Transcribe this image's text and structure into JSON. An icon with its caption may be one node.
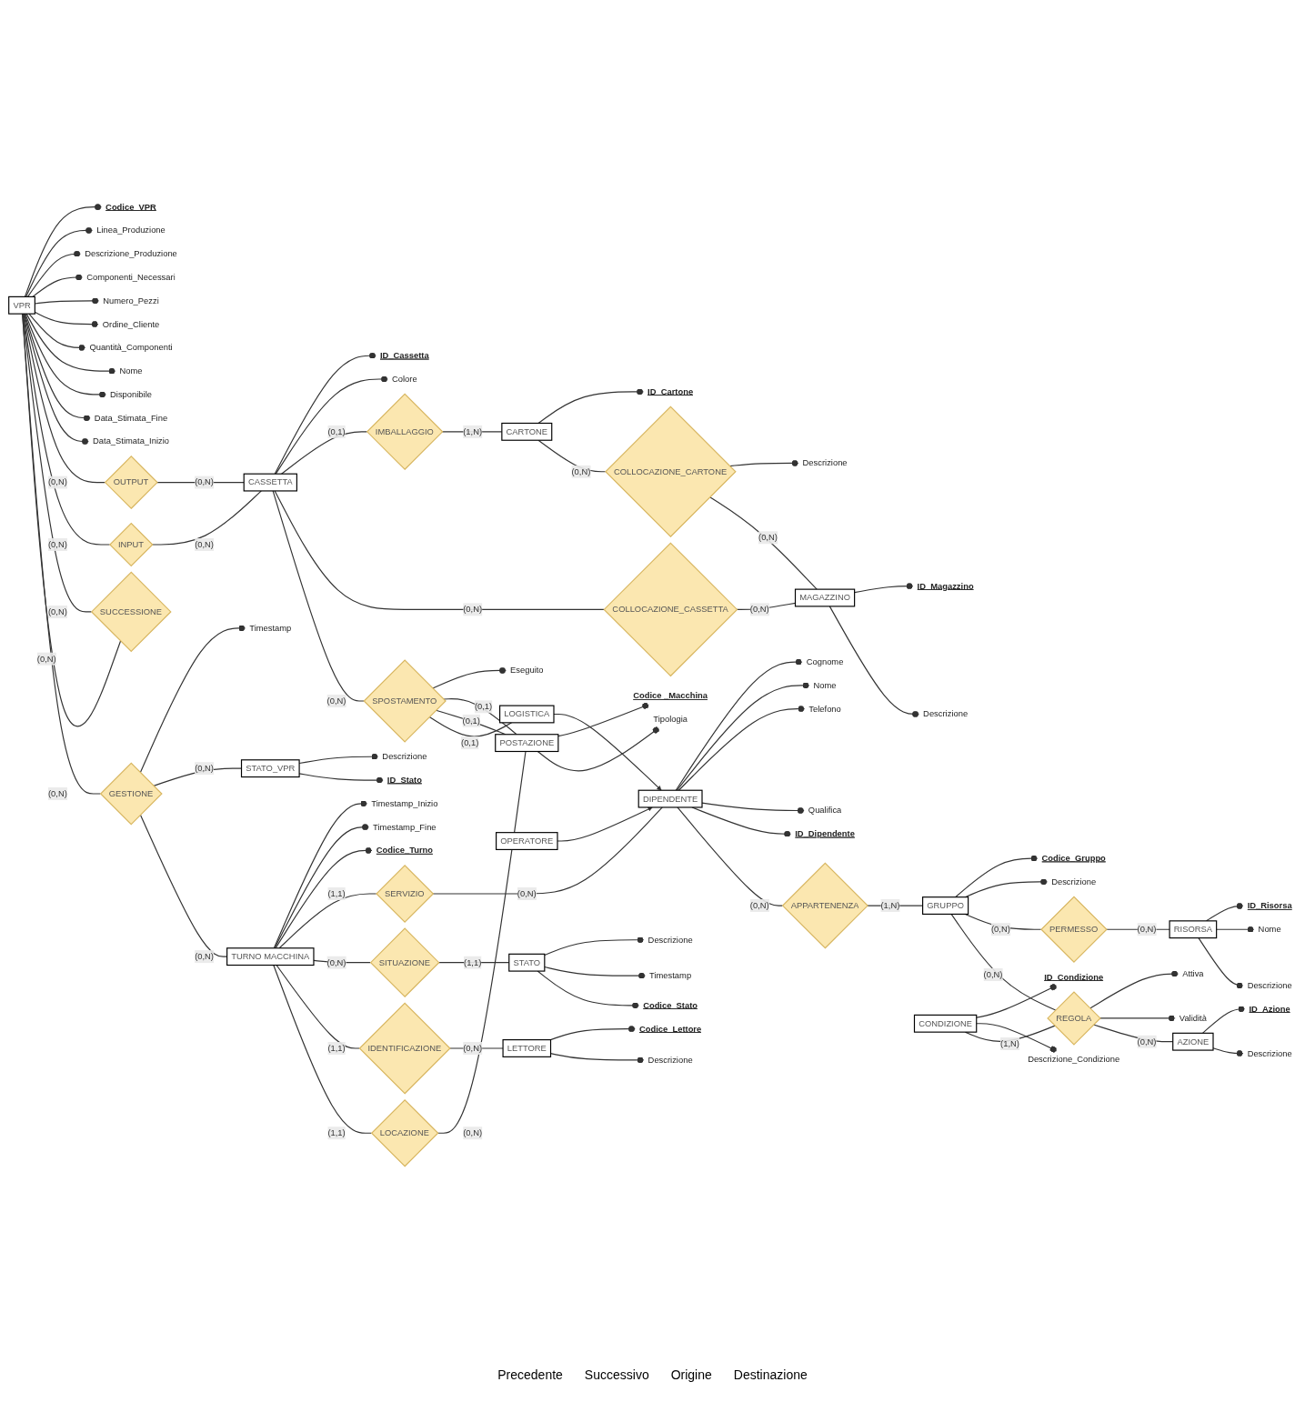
{
  "diagram": {
    "nodes": [
      {
        "text": [
          "VPR"
        ]
      },
      {
        "text": [
          "Codice_VPR"
        ]
      },
      {
        "text": [
          "Linea_Produzione"
        ]
      },
      {
        "text": [
          "Descrizione_Produzione"
        ]
      },
      {
        "text": [
          "Componenti_Necessari"
        ]
      },
      {
        "text": [
          "Numero_Pezzi"
        ]
      },
      {
        "text": [
          "Ordine_Cliente"
        ]
      },
      {
        "text": [
          "Quantità_Componenti"
        ]
      },
      {
        "text": [
          "Nome"
        ]
      },
      {
        "text": [
          "Disponibile"
        ]
      },
      {
        "text": [
          "Data_Stimata_Fine"
        ]
      },
      {
        "text": [
          "Data_Stimata_Inizio"
        ]
      },
      {
        "text": [
          "OUTPUT"
        ]
      },
      {
        "text": [
          "INPUT"
        ]
      },
      {
        "text": [
          "SUCCESSIONE"
        ]
      },
      {
        "text": [
          "CASSETTA"
        ]
      },
      {
        "text": [
          "ID_Cassetta"
        ]
      },
      {
        "text": [
          "Colore"
        ]
      },
      {
        "text": [
          "IMBALLAGGIO"
        ]
      },
      {
        "text": [
          "CARTONE"
        ]
      },
      {
        "text": [
          "ID_Cartone"
        ]
      },
      {
        "text": [
          "COLLOCAZIONE_CASSETTA"
        ]
      },
      {
        "text": [
          "COLLOCAZIONE_CARTONE"
        ]
      },
      {
        "text": [
          "Descrizione"
        ]
      },
      {
        "text": [
          "MAGAZZINO"
        ]
      },
      {
        "text": [
          "ID_Magazzino"
        ]
      },
      {
        "text": [
          "Descrizione"
        ]
      },
      {
        "text": [
          "GESTIONE"
        ]
      },
      {
        "text": [
          "Timestamp"
        ]
      },
      {
        "text": [
          "STATO_VPR"
        ]
      },
      {
        "text": [
          "Descrizione"
        ]
      },
      {
        "text": [
          "ID_Stato"
        ]
      },
      {
        "text": [
          "SPOSTAMENTO"
        ]
      },
      {
        "text": [
          "Eseguito"
        ]
      },
      {
        "text": [
          "TURNO MACCHINA"
        ]
      },
      {
        "text": [
          "Timestamp_Inizio"
        ]
      },
      {
        "text": [
          "Timestamp_Fine"
        ]
      },
      {
        "text": [
          "Codice_Turno"
        ]
      },
      {
        "text": [
          "SERVIZIO"
        ]
      },
      {
        "text": [
          "SITUAZIONE"
        ]
      },
      {
        "text": [
          "IDENTIFICAZIONE"
        ]
      },
      {
        "text": [
          "LOCAZIONE"
        ]
      },
      {
        "text": [
          "STATO"
        ]
      },
      {
        "text": [
          "Descrizione"
        ]
      },
      {
        "text": [
          "Timestamp"
        ]
      },
      {
        "text": [
          "Codice_Stato"
        ]
      },
      {
        "text": [
          "LETTORE"
        ]
      },
      {
        "text": [
          "Codice_Lettore"
        ]
      },
      {
        "text": [
          "Descrizione"
        ]
      },
      {
        "text": [
          "POSTAZIONE"
        ]
      },
      {
        "text": [
          "Codice _Macchina"
        ]
      },
      {
        "text": [
          "Tipologia"
        ]
      },
      {
        "text": [
          "DIPENDENTE"
        ]
      },
      {
        "text": [
          "Cognome"
        ]
      },
      {
        "text": [
          "Nome"
        ]
      },
      {
        "text": [
          "Telefono"
        ]
      },
      {
        "text": [
          "Qualifica"
        ]
      },
      {
        "text": [
          "ID_Dipendente"
        ]
      },
      {
        "text": [
          "OPERATORE"
        ]
      },
      {
        "text": [
          "LOGISTICA"
        ]
      },
      {
        "text": [
          "APPARTENENZA"
        ]
      },
      {
        "text": [
          "GRUPPO"
        ]
      },
      {
        "text": [
          "Codice_Gruppo"
        ]
      },
      {
        "text": [
          "Descrizione"
        ]
      },
      {
        "text": [
          "PERMESSO"
        ]
      },
      {
        "text": [
          "RISORSA"
        ]
      },
      {
        "text": [
          "ID_Risorsa"
        ]
      },
      {
        "text": [
          "Nome"
        ]
      },
      {
        "text": [
          "Descrizione"
        ]
      },
      {
        "text": [
          "CONDIZIONE"
        ]
      },
      {
        "text": [
          "ID_Condizione"
        ]
      },
      {
        "text": [
          "Descrizione_Condizione"
        ]
      },
      {
        "text": [
          "REGOLA"
        ]
      },
      {
        "text": [
          "Attiva"
        ]
      },
      {
        "text": [
          "Validità"
        ]
      },
      {
        "text": [
          "AZIONE"
        ]
      },
      {
        "text": [
          "ID_Azione"
        ]
      },
      {
        "text": [
          "Descrizione"
        ]
      }
    ],
    "edges": [
      {
        "from": 0,
        "to": 1,
        "arrow": "other"
      },
      {
        "from": 0,
        "to": 2,
        "arrow": "other"
      },
      {
        "from": 0,
        "to": 3,
        "arrow": "other"
      },
      {
        "from": 0,
        "to": 4,
        "arrow": "other"
      },
      {
        "from": 0,
        "to": 5,
        "arrow": "other"
      },
      {
        "from": 0,
        "to": 6,
        "arrow": "other"
      },
      {
        "from": 0,
        "to": 7,
        "arrow": "other"
      },
      {
        "from": 0,
        "to": 8,
        "arrow": "other"
      },
      {
        "from": 0,
        "to": 9,
        "arrow": "other"
      },
      {
        "from": 0,
        "to": 10,
        "arrow": "other"
      },
      {
        "from": 0,
        "to": 11,
        "arrow": "other"
      },
      {
        "from": 0,
        "to": 12,
        "arrow": "none",
        "label": "(0,N)"
      },
      {
        "from": 12,
        "to": 15,
        "arrow": "none",
        "label": "(0,N)"
      },
      {
        "from": 0,
        "to": 13,
        "arrow": "none",
        "label": "(0,N)"
      },
      {
        "from": 13,
        "to": 15,
        "arrow": "none",
        "label": "(0,N)"
      },
      {
        "from": 0,
        "to": 14,
        "arrow": "none",
        "label": "(0,N)"
      },
      {
        "from": 14,
        "to": 0,
        "arrow": "none",
        "label": "(0,N)"
      },
      {
        "from": 15,
        "to": 16,
        "arrow": "other"
      },
      {
        "from": 15,
        "to": 17,
        "arrow": "other"
      },
      {
        "from": 15,
        "to": 18,
        "arrow": "none",
        "label": "(0,1)"
      },
      {
        "from": 18,
        "to": 19,
        "arrow": "none",
        "label": "(1,N)"
      },
      {
        "from": 19,
        "to": 20,
        "arrow": "other"
      },
      {
        "from": 15,
        "to": 21,
        "arrow": "none",
        "label": "(0,N)"
      },
      {
        "from": 21,
        "to": 24,
        "arrow": "none",
        "label": "(0,N)"
      },
      {
        "from": 19,
        "to": 22,
        "arrow": "none",
        "label": "(0,N)"
      },
      {
        "from": 22,
        "to": 23,
        "arrow": "other"
      },
      {
        "from": 22,
        "to": 24,
        "arrow": "none",
        "label": "(0,N)"
      },
      {
        "from": 24,
        "to": 25,
        "arrow": "other"
      },
      {
        "from": 24,
        "to": 26,
        "arrow": "other"
      },
      {
        "from": 15,
        "to": 32,
        "arrow": "none",
        "label": "(0,N)"
      },
      {
        "from": 32,
        "to": 33,
        "arrow": "other"
      },
      {
        "from": 0,
        "to": 27,
        "arrow": "none",
        "label": "(0,N)"
      },
      {
        "from": 27,
        "to": 28,
        "arrow": "other"
      },
      {
        "from": 27,
        "to": 29,
        "arrow": "none",
        "label": "(0,N)"
      },
      {
        "from": 29,
        "to": 30,
        "arrow": "other"
      },
      {
        "from": 29,
        "to": 31,
        "arrow": "other"
      },
      {
        "from": 27,
        "to": 34,
        "arrow": "none",
        "label": "(0,N)"
      },
      {
        "from": 34,
        "to": 35,
        "arrow": "other"
      },
      {
        "from": 34,
        "to": 36,
        "arrow": "other"
      },
      {
        "from": 34,
        "to": 37,
        "arrow": "other"
      },
      {
        "from": 34,
        "to": 38,
        "arrow": "none",
        "label": "(1,1)"
      },
      {
        "from": 38,
        "to": 52,
        "arrow": "none",
        "label": "(0,N)"
      },
      {
        "from": 34,
        "to": 39,
        "arrow": "none",
        "label": "(0,N)"
      },
      {
        "from": 39,
        "to": 42,
        "arrow": "none",
        "label": "(1,1)"
      },
      {
        "from": 42,
        "to": 43,
        "arrow": "other"
      },
      {
        "from": 42,
        "to": 44,
        "arrow": "other"
      },
      {
        "from": 42,
        "to": 45,
        "arrow": "other"
      },
      {
        "from": 34,
        "to": 40,
        "arrow": "none",
        "label": "(1,1)"
      },
      {
        "from": 40,
        "to": 46,
        "arrow": "none",
        "label": "(0,N)"
      },
      {
        "from": 46,
        "to": 47,
        "arrow": "other"
      },
      {
        "from": 46,
        "to": 48,
        "arrow": "other"
      },
      {
        "from": 34,
        "to": 41,
        "arrow": "none",
        "label": "(1,1)"
      },
      {
        "from": 41,
        "to": 49,
        "arrow": "none",
        "label": "(0,N)"
      },
      {
        "from": 49,
        "to": 50,
        "arrow": "other"
      },
      {
        "from": 49,
        "to": 51,
        "arrow": "other"
      },
      {
        "from": 32,
        "to": 49,
        "arrow": "none",
        "label": "(0,1)"
      },
      {
        "from": 32,
        "to": 49,
        "arrow": "none",
        "label": "(0,1)"
      },
      {
        "from": 52,
        "to": 53,
        "arrow": "other"
      },
      {
        "from": 52,
        "to": 54,
        "arrow": "other"
      },
      {
        "from": 52,
        "to": 55,
        "arrow": "other"
      },
      {
        "from": 52,
        "to": 56,
        "arrow": "other"
      },
      {
        "from": 52,
        "to": 57,
        "arrow": "other"
      },
      {
        "from": 58,
        "to": 52,
        "arrow": "to"
      },
      {
        "from": 59,
        "to": 52,
        "arrow": "to"
      },
      {
        "from": 32,
        "to": 59,
        "arrow": "none",
        "label": "(0,1)"
      },
      {
        "from": 52,
        "to": 60,
        "arrow": "none",
        "label": "(0,N)"
      },
      {
        "from": 60,
        "to": 61,
        "arrow": "none",
        "label": "(1,N)"
      },
      {
        "from": 61,
        "to": 62,
        "arrow": "other"
      },
      {
        "from": 61,
        "to": 63,
        "arrow": "other"
      },
      {
        "from": 61,
        "to": 64,
        "arrow": "none",
        "label": "(0,N)"
      },
      {
        "from": 64,
        "to": 65,
        "arrow": "none",
        "label": "(0,N)"
      },
      {
        "from": 65,
        "to": 66,
        "arrow": "other"
      },
      {
        "from": 65,
        "to": 67,
        "arrow": "other"
      },
      {
        "from": 65,
        "to": 68,
        "arrow": "other"
      },
      {
        "from": 61,
        "to": 72,
        "arrow": "none",
        "label": "(0,N)"
      },
      {
        "from": 69,
        "to": 70,
        "arrow": "other"
      },
      {
        "from": 69,
        "to": 71,
        "arrow": "other"
      },
      {
        "from": 69,
        "to": 72,
        "arrow": "none",
        "label": "(1,N)"
      },
      {
        "from": 72,
        "to": 73,
        "arrow": "other"
      },
      {
        "from": 72,
        "to": 74,
        "arrow": "other"
      },
      {
        "from": 72,
        "to": 75,
        "arrow": "none",
        "label": "(0,N)"
      },
      {
        "from": 75,
        "to": 76,
        "arrow": "other"
      },
      {
        "from": 75,
        "to": 77,
        "arrow": "other"
      }
    ],
    "labels": [
      "Precedente",
      "Successivo",
      "Origine",
      "Destinazione"
    ]
  }
}
